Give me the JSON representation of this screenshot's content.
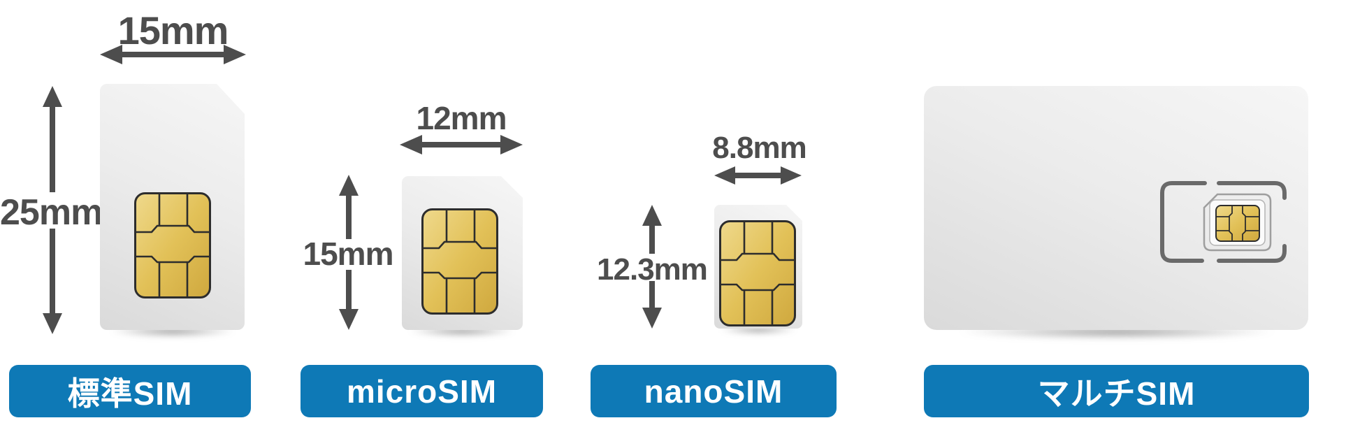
{
  "diagram": {
    "description": "SIM card size comparison",
    "colors": {
      "label_bar_blue": "#0e79b6",
      "dimension_gray": "#4d4d4d",
      "chip_gold": "#e2c158",
      "card_gray": "#e6e6e6",
      "punchout_outline_gray": "#6a6a6a"
    },
    "cards": [
      {
        "label": "標準SIM",
        "width_label": "15mm",
        "height_label": "25mm"
      },
      {
        "label": "microSIM",
        "width_label": "12mm",
        "height_label": "15mm"
      },
      {
        "label": "nanoSIM",
        "width_label": "8.8mm",
        "height_label": "12.3mm"
      },
      {
        "label": "マルチSIM"
      }
    ]
  }
}
